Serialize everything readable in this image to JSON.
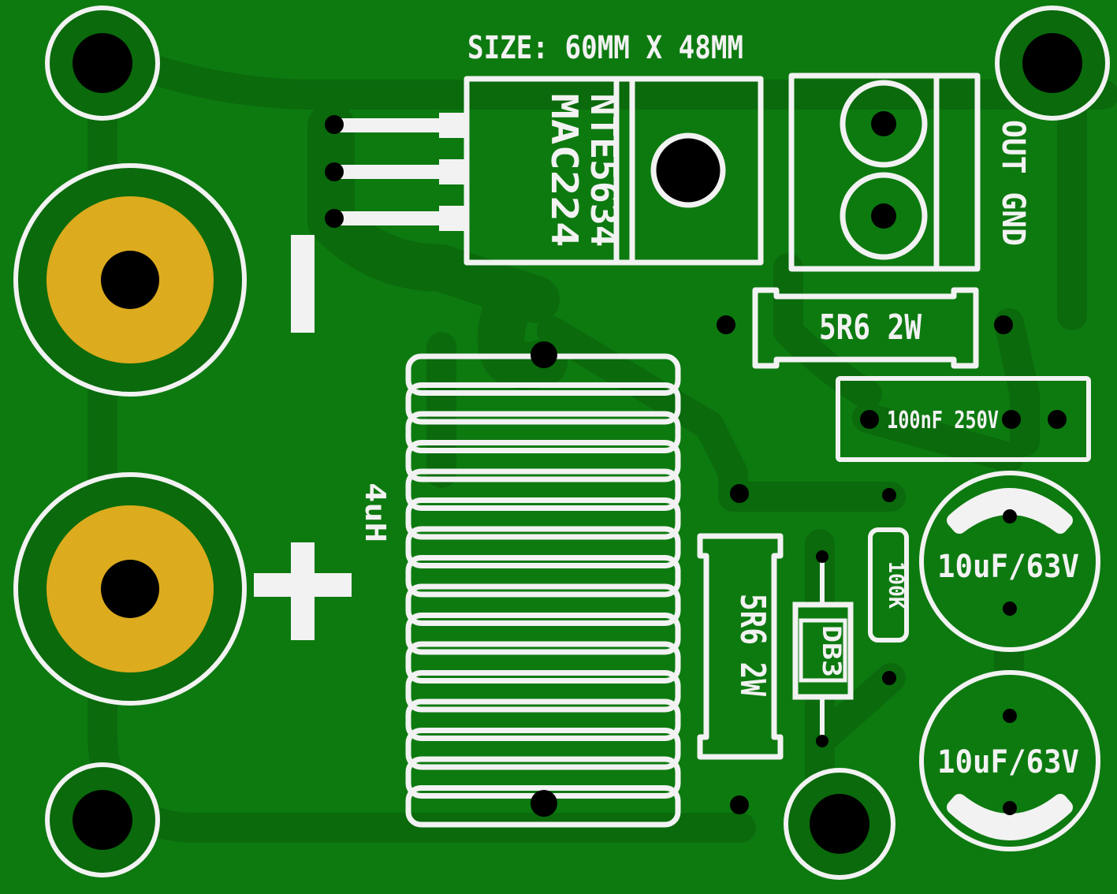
{
  "board": {
    "size_label": "SIZE: 60MM X 48MM",
    "colors": {
      "board": "#0d7a10",
      "trace": "#0a6a0c",
      "silkscreen": "#f2f2f2",
      "copper_pad": "#dcab1e",
      "drill": "#000000"
    }
  },
  "terminals": {
    "minus_label": "−",
    "plus_label": "+"
  },
  "triac": {
    "line1": "NTE5634",
    "line2": "MAC224"
  },
  "connector": {
    "label": "OUT GND"
  },
  "resistor_top": {
    "label": "5R6 2W"
  },
  "capacitor_film": {
    "label": "100nF 250V"
  },
  "inductor": {
    "label": "4uH"
  },
  "resistor_vertical": {
    "label": "5R6 2W"
  },
  "diac": {
    "label": "DB3"
  },
  "resistor_small": {
    "label": "100K"
  },
  "cap_electrolytic_1": {
    "label": "10uF/63V"
  },
  "cap_electrolytic_2": {
    "label": "10uF/63V"
  }
}
